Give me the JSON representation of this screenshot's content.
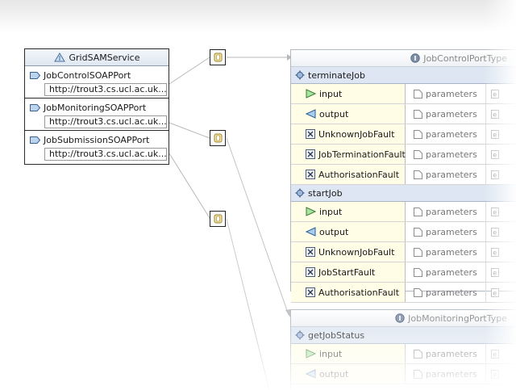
{
  "service": {
    "name": "GridSAMService",
    "ports": [
      {
        "name": "JobControlSOAPPort",
        "address": "http://trout3.cs.ucl.ac.uk..."
      },
      {
        "name": "JobMonitoringSOAPPort",
        "address": "http://trout3.cs.ucl.ac.uk..."
      },
      {
        "name": "JobSubmissionSOAPPort",
        "address": "http://trout3.cs.ucl.ac.uk..."
      }
    ]
  },
  "porttypes": [
    {
      "name": "JobControlPortType",
      "operations": [
        {
          "name": "terminateJob",
          "messages": [
            {
              "kind": "input",
              "label": "input",
              "part": "parameters"
            },
            {
              "kind": "output",
              "label": "output",
              "part": "parameters"
            },
            {
              "kind": "fault",
              "label": "UnknownJobFault",
              "part": "parameters"
            },
            {
              "kind": "fault",
              "label": "JobTerminationFault",
              "part": "parameters"
            },
            {
              "kind": "fault",
              "label": "AuthorisationFault",
              "part": "parameters"
            }
          ]
        },
        {
          "name": "startJob",
          "messages": [
            {
              "kind": "input",
              "label": "input",
              "part": "parameters"
            },
            {
              "kind": "output",
              "label": "output",
              "part": "parameters"
            },
            {
              "kind": "fault",
              "label": "UnknownJobFault",
              "part": "parameters"
            },
            {
              "kind": "fault",
              "label": "JobStartFault",
              "part": "parameters"
            },
            {
              "kind": "fault",
              "label": "AuthorisationFault",
              "part": "parameters"
            }
          ]
        }
      ]
    },
    {
      "name": "JobMonitoringPortType",
      "operations": [
        {
          "name": "getJobStatus",
          "messages": [
            {
              "kind": "input",
              "label": "input",
              "part": "parameters"
            },
            {
              "kind": "output",
              "label": "output",
              "part": "parameters"
            }
          ]
        }
      ]
    }
  ],
  "colors": {
    "operation_header": "#dde6f2",
    "message_cell": "#fffde6",
    "connector": "#b8b8b8",
    "border": "#2b2b2b"
  }
}
